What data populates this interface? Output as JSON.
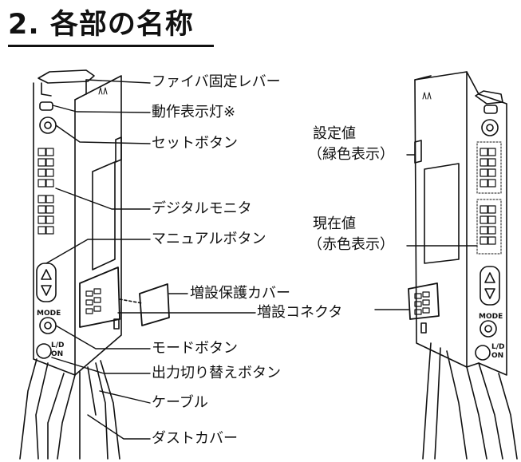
{
  "title": "2. 各部の名称",
  "left_labels": {
    "fiber_lever": "ファイバ固定レバー",
    "op_lamp": "動作表示灯※",
    "set_button": "セットボタン",
    "digital_monitor": "デジタルモニタ",
    "manual_button": "マニュアルボタン",
    "ext_cover": "増設保護カバー",
    "ext_connector": "増設コネクタ",
    "mode_button": "モードボタン",
    "output_switch": "出力切り替えボタン",
    "cable": "ケーブル",
    "dust_cover": "ダストカバー"
  },
  "right_labels": {
    "setting_value": "設定値",
    "setting_color": "（緑色表示）",
    "current_value": "現在値",
    "current_color": "（赤色表示）"
  },
  "device_text": {
    "mode": "MODE",
    "ld": "L/D",
    "on": "ON"
  }
}
